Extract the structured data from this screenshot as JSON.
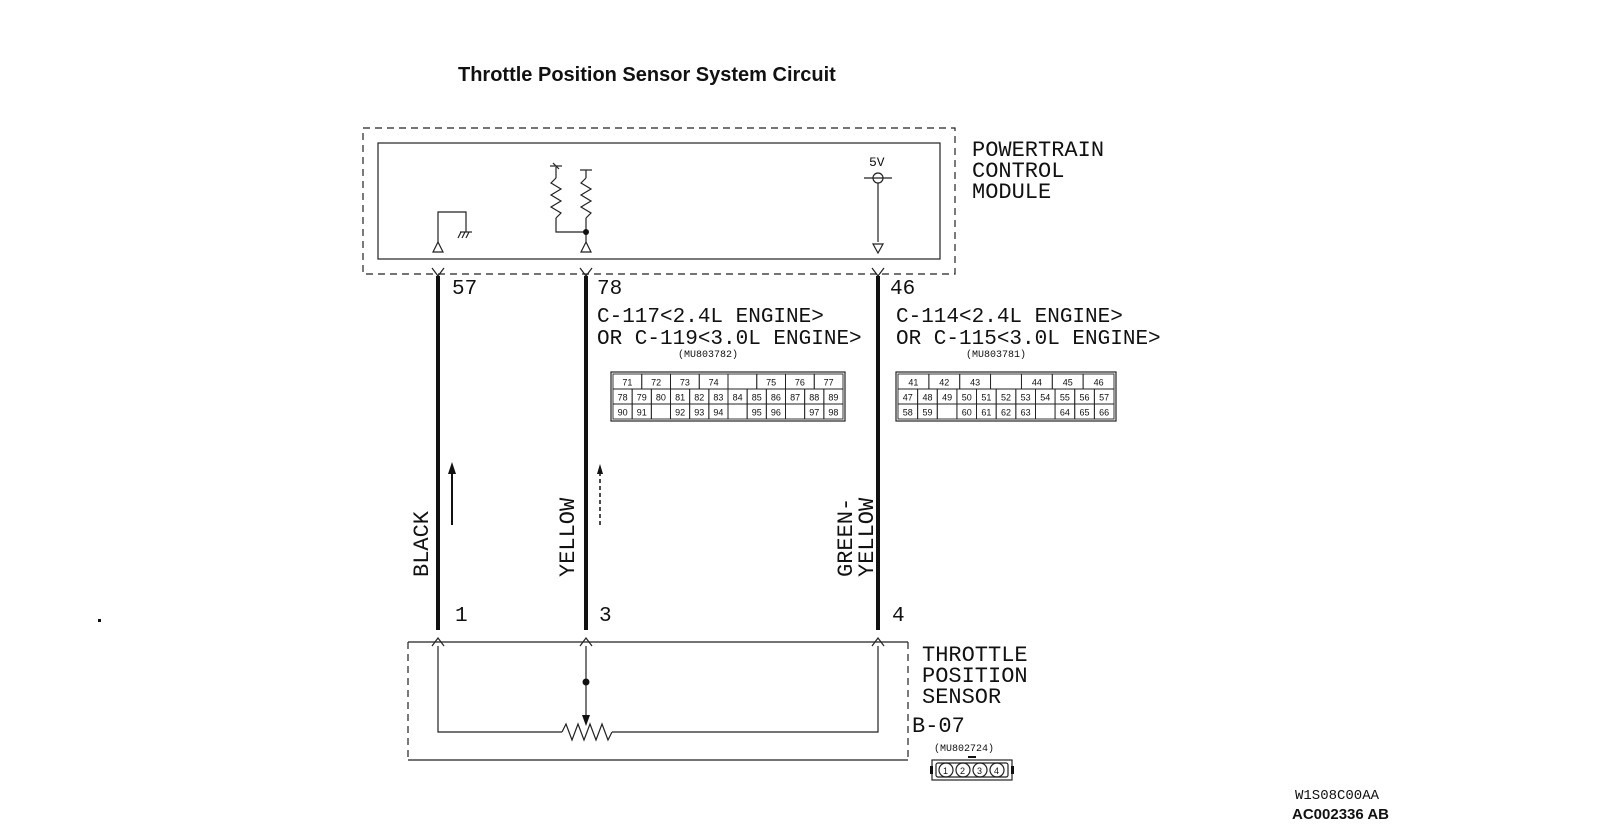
{
  "title": "Throttle Position Sensor System Circuit",
  "pcm": {
    "label_lines": [
      "POWERTRAIN",
      "CONTROL",
      "MODULE"
    ],
    "supply": "5V"
  },
  "pins": {
    "ground": "57",
    "signal": "78",
    "supply": "46"
  },
  "connector_left": {
    "line1": "C-117<2.4L ENGINE>",
    "line2": "OR C-119<3.0L ENGINE>",
    "part": "(MU803782)",
    "rows": [
      [
        "71",
        "72",
        "73",
        "74",
        "",
        "75",
        "76",
        "77"
      ],
      [
        "78",
        "79",
        "80",
        "81",
        "82",
        "83",
        "84",
        "85",
        "86",
        "87",
        "88",
        "89"
      ],
      [
        "90",
        "91",
        "",
        "92",
        "93",
        "94",
        "",
        "95",
        "96",
        "",
        "97",
        "98"
      ]
    ]
  },
  "connector_right": {
    "line1": "C-114<2.4L ENGINE>",
    "line2": "OR C-115<3.0L ENGINE>",
    "part": "(MU803781)",
    "rows": [
      [
        "41",
        "42",
        "43",
        "",
        "44",
        "45",
        "46"
      ],
      [
        "47",
        "48",
        "49",
        "50",
        "51",
        "52",
        "53",
        "54",
        "55",
        "56",
        "57"
      ],
      [
        "58",
        "59",
        "",
        "60",
        "61",
        "62",
        "63",
        "",
        "64",
        "65",
        "66"
      ]
    ]
  },
  "wires": {
    "black": "BLACK",
    "yellow": "YELLOW",
    "green_yellow_1": "GREEN-",
    "green_yellow_2": "YELLOW"
  },
  "sensor_pins": {
    "p1": "1",
    "p3": "3",
    "p4": "4"
  },
  "sensor": {
    "label_lines": [
      "THROTTLE",
      "POSITION",
      "SENSOR"
    ],
    "connector_id": "B-07",
    "part": "(MU802724)",
    "pins": [
      "1",
      "2",
      "3",
      "4"
    ]
  },
  "footer": {
    "ref1": "W1S08C00AA",
    "ref2": "AC002336 AB"
  }
}
